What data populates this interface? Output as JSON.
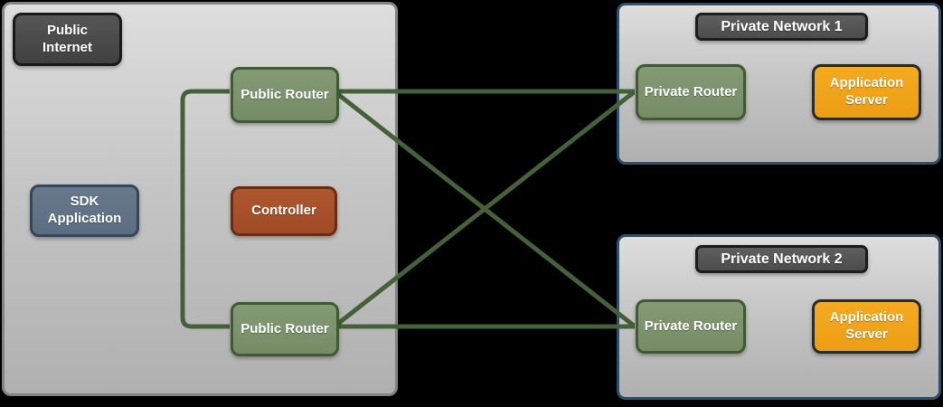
{
  "diagram": {
    "background": "#000000",
    "public_internet": {
      "label": "Public Internet",
      "sdk_application": "SDK Application",
      "controller": "Controller",
      "public_router_top": "Public Router",
      "public_router_bottom": "Public Router"
    },
    "private_network_1": {
      "title": "Private Network 1",
      "private_router": "Private Router",
      "application_server": "Application Server"
    },
    "private_network_2": {
      "title": "Private Network 2",
      "private_router": "Private Router",
      "application_server": "Application Server"
    },
    "colors": {
      "link_green": "#44613a",
      "router_green_fill": "#7d9370",
      "router_green_border": "#3f5b33",
      "controller_rust_fill": "#a8512c",
      "controller_rust_border": "#6b2d11",
      "sdk_steel_fill": "#617386",
      "sdk_steel_border": "#33475c",
      "server_amber_fill": "#f0a31f",
      "server_amber_border": "#2b2b25",
      "dark_label_fill": "#474747",
      "network_border_blue": "#2e506c",
      "container_gray_top": "#dedede",
      "container_gray_bottom": "#b0b0b0"
    }
  }
}
